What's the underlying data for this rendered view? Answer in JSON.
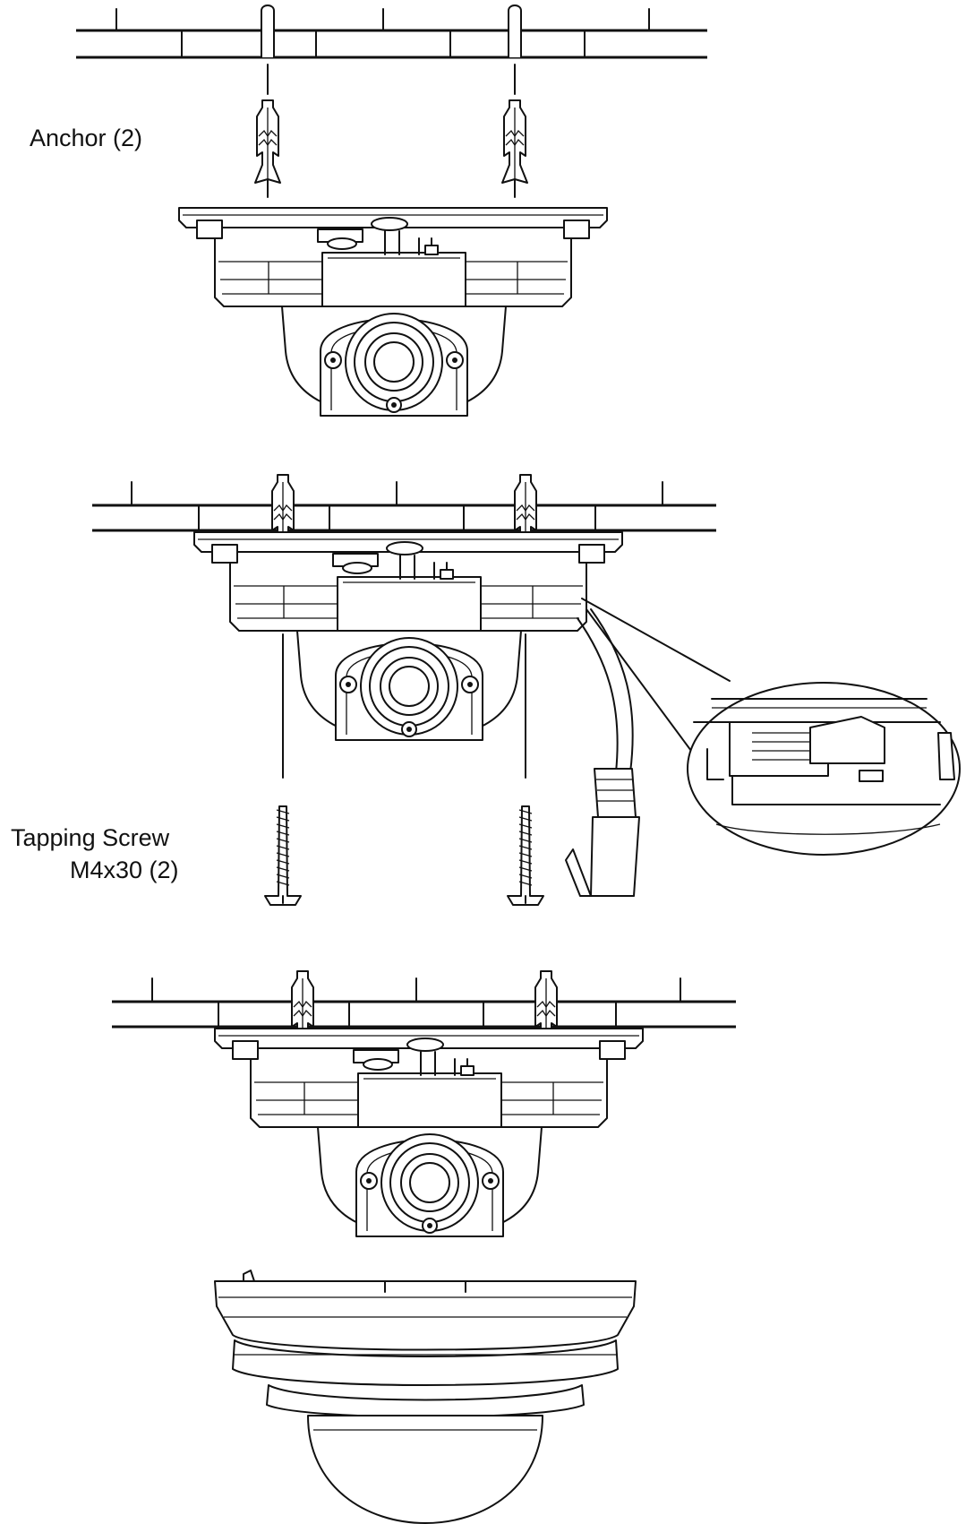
{
  "labels": {
    "anchor": "Anchor  (2)",
    "tapping_screw_line1": "Tapping  Screw",
    "tapping_screw_line2": "M4x30  (2)"
  }
}
